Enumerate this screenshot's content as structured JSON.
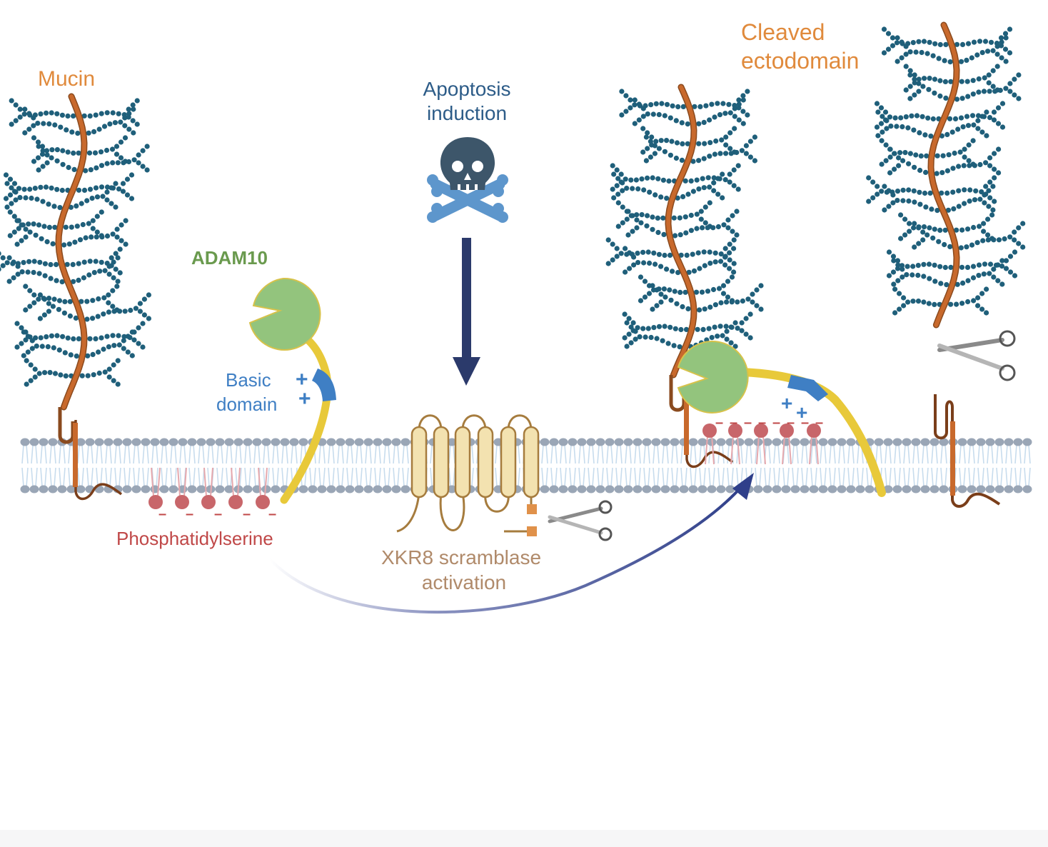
{
  "labels": {
    "mucin": "Mucin",
    "adam10": "ADAM10",
    "basic_domain_line1": "Basic",
    "basic_domain_line2": "domain",
    "phosphatidylserine": "Phosphatidylserine",
    "apoptosis_line1": "Apoptosis",
    "apoptosis_line2": "induction",
    "xkr8_line1": "XKR8 scramblase",
    "xkr8_line2": "activation",
    "cleaved_line1": "Cleaved",
    "cleaved_line2": "ectodomain",
    "plus": "+",
    "minus": "–"
  },
  "colors": {
    "mucin_text": "#e08a3c",
    "mucin_core": "#c8692c",
    "glycan": "#1f5f7a",
    "adam10_text": "#6a9a4e",
    "adam10_body": "#93c47d",
    "adam10_stalk": "#e8c93a",
    "basic_domain": "#3f7fc4",
    "ps_text": "#c04848",
    "ps_head": "#c8666a",
    "apoptosis_text": "#2d5c88",
    "skull": "#3d566a",
    "bones": "#5d96cc",
    "arrow": "#2b3a6b",
    "xkr8_text": "#b08a6a",
    "xkr8_body": "#f3e2b0",
    "xkr8_outline": "#a67c3e",
    "membrane_head": "#9aa6b6",
    "membrane_tail": "#c7dced"
  },
  "icons": [
    "skull-crossbones-icon",
    "scissors-icon"
  ]
}
